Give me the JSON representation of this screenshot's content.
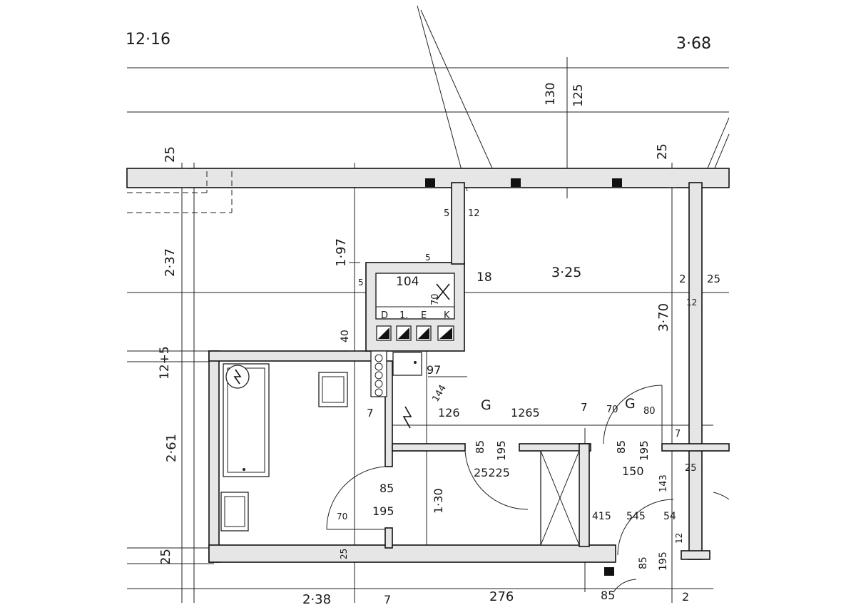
{
  "labels": {
    "top_left": "12·16",
    "top_right": "3·68",
    "v_130": "130",
    "v_125": "125",
    "v_25_left": "25",
    "v_25_right": "25",
    "s5": "5",
    "s12": "12",
    "v_237": "2·37",
    "v_197": "1·97",
    "s5b": "5",
    "s5c": "5",
    "d104": "104",
    "d70": "70",
    "d18": "18",
    "d325": "3·25",
    "d2a": "2",
    "d25r": "25",
    "d370": "3·70",
    "d12r": "12",
    "letter_d": "D",
    "letter_1": "1.",
    "letter_e": "E",
    "letter_k": "K",
    "v_40": "40",
    "v_1215": "12+5",
    "d97": "97",
    "d144": "144",
    "d126": "126",
    "room_g1": "G",
    "d1265": "1265",
    "d7a": "7",
    "d70b": "70",
    "room_g2": "G",
    "d80": "80",
    "d7b": "7",
    "v_261": "2·61",
    "d85a": "85",
    "d195a": "195",
    "d85b": "85",
    "d195b": "195",
    "d7c": "7",
    "d2525": "25225",
    "d150": "150",
    "d143": "143",
    "d25c": "25",
    "d85c": "85",
    "d195c": "195",
    "d130": "1·30",
    "d70c": "70",
    "d415": "415",
    "d545": "545",
    "d54": "54",
    "d12b": "12",
    "d25d": "25",
    "v_25b": "25",
    "d85d": "85",
    "d195d": "195",
    "bottom_238": "2·38",
    "bottom_7": "7",
    "bottom_276": "276",
    "bottom_85": "85",
    "bottom_2": "2"
  }
}
